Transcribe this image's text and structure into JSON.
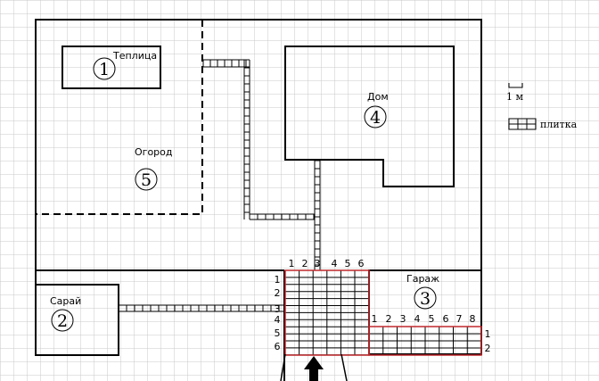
{
  "buildings": {
    "greenhouse": {
      "label": "Теплица",
      "number": "1"
    },
    "shed": {
      "label": "Сарай",
      "number": "2"
    },
    "garage": {
      "label": "Гараж",
      "number": "3"
    },
    "house": {
      "label": "Дом",
      "number": "4"
    },
    "garden": {
      "label": "Огород",
      "number": "5"
    }
  },
  "legend": {
    "scale_label": "1 м",
    "tile_label": "плитка"
  },
  "platform": {
    "col_labels": [
      "1",
      "2",
      "3",
      "4",
      "5",
      "6"
    ],
    "row_labels": [
      "1",
      "2",
      "3",
      "4",
      "5",
      "6"
    ]
  },
  "garage_strip": {
    "col_labels": [
      "1",
      "2",
      "3",
      "4",
      "5",
      "6",
      "7",
      "8"
    ],
    "row_labels": [
      "1",
      "2"
    ]
  },
  "colors": {
    "grid": "#c8c8c8",
    "outline": "#000000",
    "highlight": "#c0282d"
  }
}
